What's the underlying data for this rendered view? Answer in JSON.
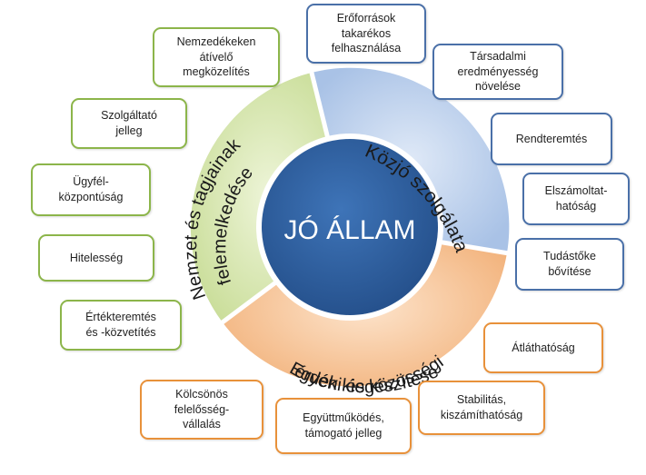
{
  "center": {
    "label": "JÓ ÁLLAM"
  },
  "ring": {
    "top_right": "Közjó szolgálata",
    "left": [
      "Nemzet és tagjainak",
      "felemelkedése"
    ],
    "bottom": [
      "Egyéni és közösségi",
      "érdek kiegészítése"
    ]
  },
  "green_boxes": [
    "Nemzedékeken\nátívelő\nmegközelítés",
    "Szolgáltató\njelleg",
    "Ügyfél-\nközpontúság",
    "Hitelesség",
    "Értékteremtés\nés -közvetítés"
  ],
  "blue_boxes": [
    "Erőforrások\ntakarékos\nfelhasználása",
    "Társadalmi\neredményesség\nnövelése",
    "Rendteremtés",
    "Elszámoltat-\nhatóság",
    "Tudástőke\nbővítése"
  ],
  "orange_boxes": [
    "Átláthatóság",
    "Stabilitás,\nkiszámíthatóság",
    "Együttműködés,\ntámogató jelleg",
    "Kölcsönös\nfelelősség-\nvállalás"
  ],
  "colors": {
    "green_border": "#8cb54a",
    "blue_border": "#4a70a8",
    "orange_border": "#e8913a",
    "center_fill": "#2e5e9e",
    "green_sector": "#d9e9b4",
    "blue_sector": "#bed1ec",
    "orange_sector": "#f6c8a0"
  }
}
